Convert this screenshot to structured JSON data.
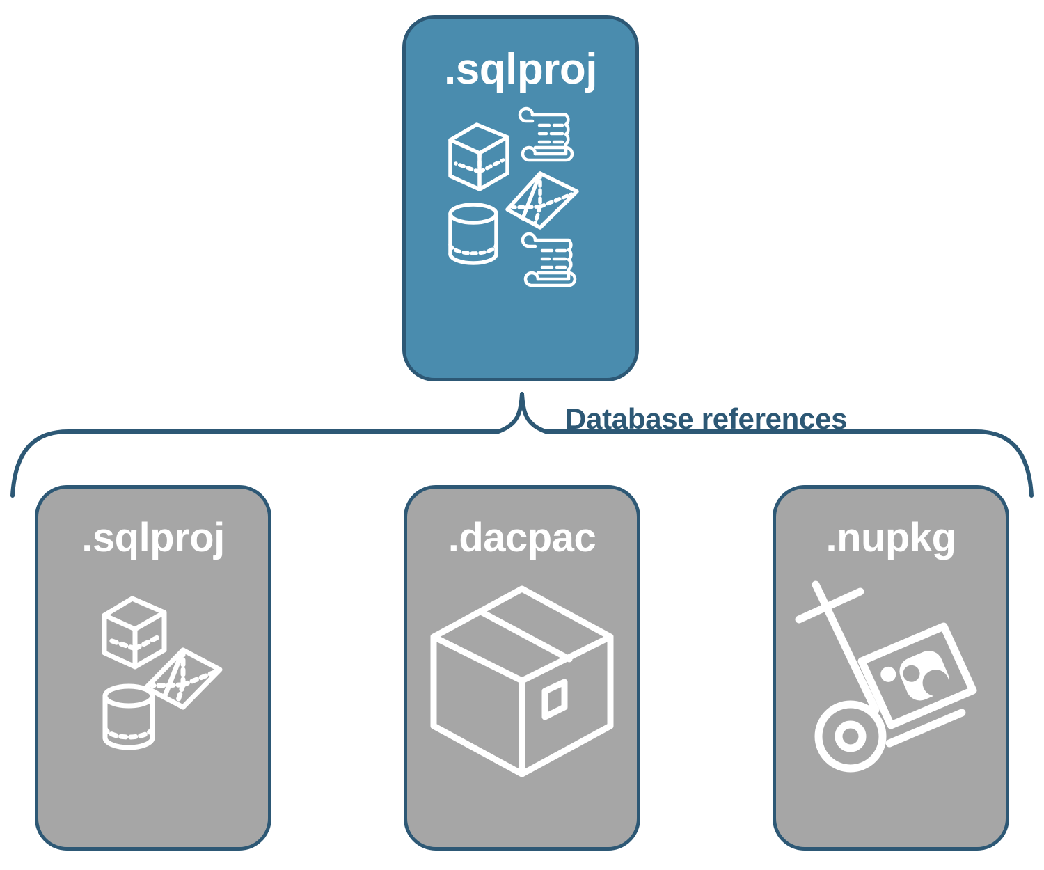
{
  "diagram": {
    "title_text": "Database references",
    "colors": {
      "accent_blue": "#4a8cae",
      "border_navy": "#2d5875",
      "neutral_gray": "#a6a6a6",
      "icon_white": "#ffffff",
      "background": "#ffffff"
    },
    "root": {
      "label": ".sqlproj",
      "fill": "#4a8cae",
      "icons": [
        "cube-icon",
        "pyramid-icon",
        "cylinder-icon",
        "scroll-icon",
        "scroll-icon"
      ]
    },
    "connector": {
      "label": "Database references",
      "type": "brace",
      "branches": 3
    },
    "references": [
      {
        "label": ".sqlproj",
        "fill": "#a6a6a6",
        "icons": [
          "cube-icon",
          "pyramid-icon",
          "cylinder-icon"
        ]
      },
      {
        "label": ".dacpac",
        "fill": "#a6a6a6",
        "icons": [
          "package-box-icon"
        ]
      },
      {
        "label": ".nupkg",
        "fill": "#a6a6a6",
        "icons": [
          "hand-truck-nuget-icon"
        ]
      }
    ]
  }
}
